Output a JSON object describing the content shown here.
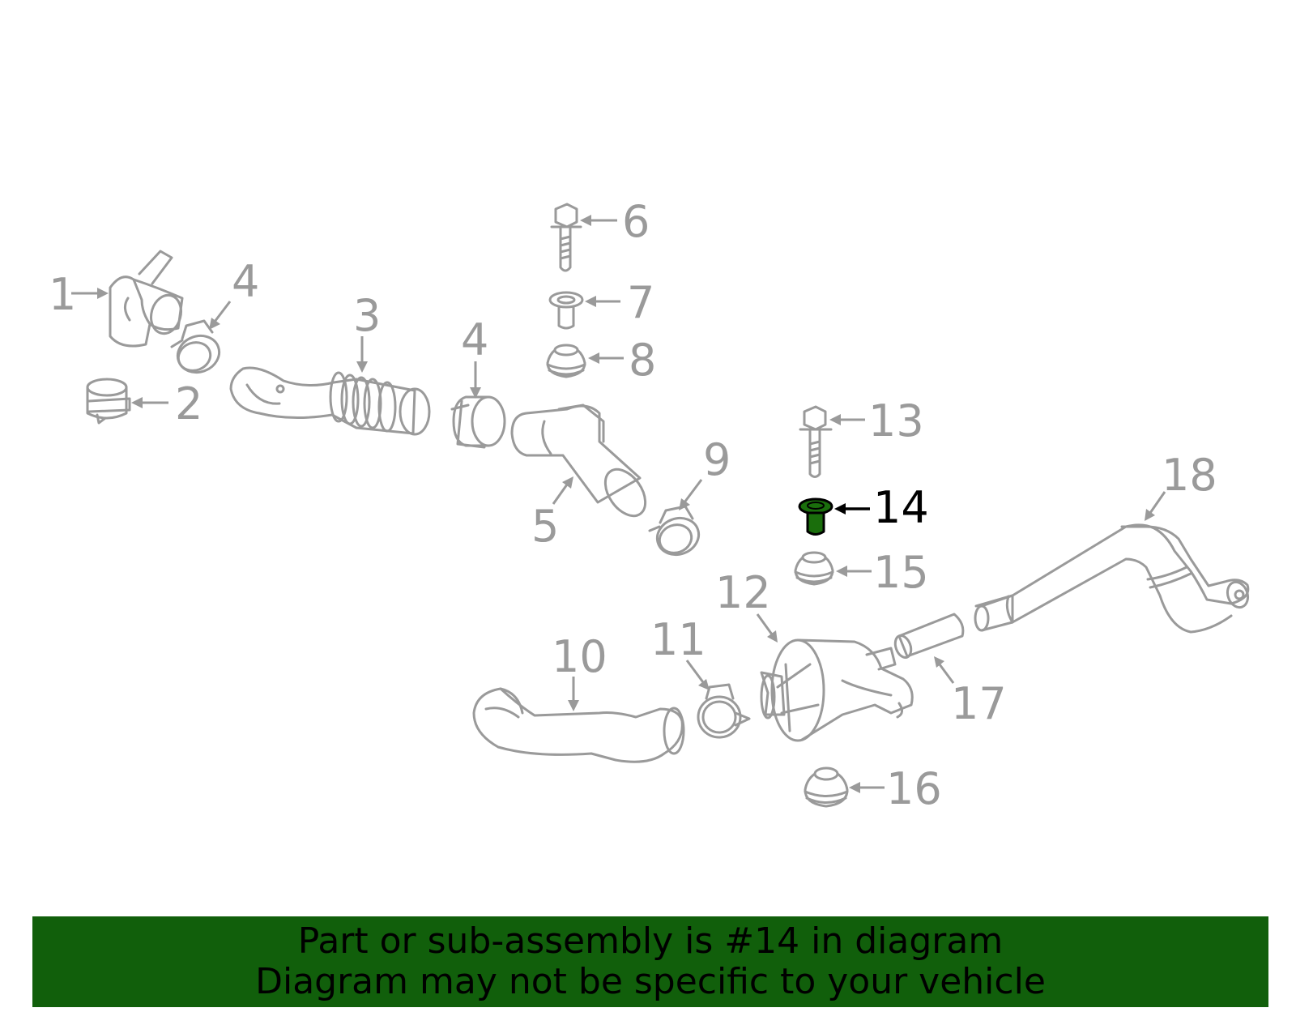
{
  "diagram": {
    "callouts": {
      "c1": "1",
      "c2": "2",
      "c3": "3",
      "c4a": "4",
      "c4b": "4",
      "c5": "5",
      "c6": "6",
      "c7": "7",
      "c8": "8",
      "c9": "9",
      "c10": "10",
      "c11": "11",
      "c12": "12",
      "c13": "13",
      "c14": "14",
      "c15": "15",
      "c16": "16",
      "c17": "17",
      "c18": "18"
    },
    "highlight_color": "#1a6e0c",
    "part_line_color": "#9a9a9a"
  },
  "banner": {
    "line1": "Part or sub-assembly is #14 in diagram",
    "line2": "Diagram may not be specific to your vehicle",
    "background": "#115f0b"
  }
}
